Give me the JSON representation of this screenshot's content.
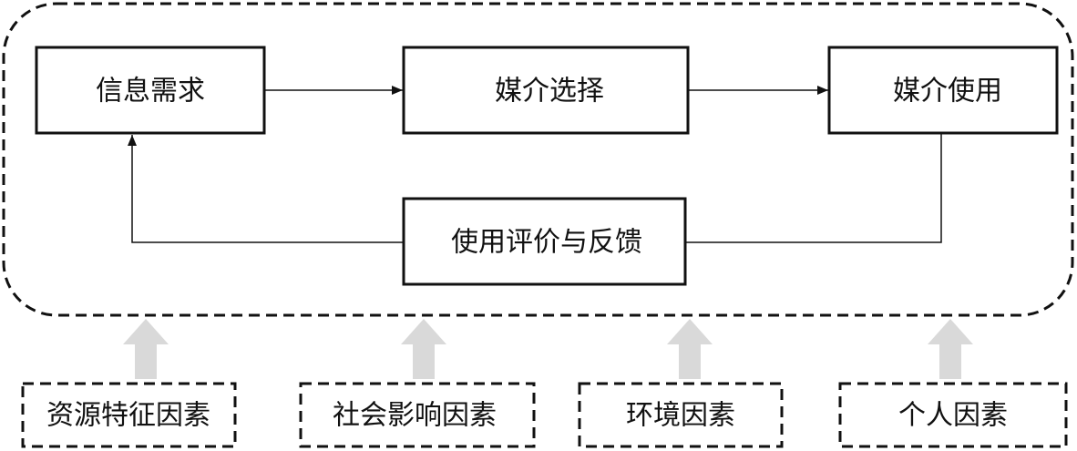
{
  "diagram": {
    "process": {
      "nodes": [
        {
          "id": "info-need",
          "label": "信息需求"
        },
        {
          "id": "media-choice",
          "label": "媒介选择"
        },
        {
          "id": "media-use",
          "label": "媒介使用"
        },
        {
          "id": "feedback",
          "label": "使用评价与反馈"
        }
      ],
      "edges": [
        {
          "from": "info-need",
          "to": "media-choice"
        },
        {
          "from": "media-choice",
          "to": "media-use"
        },
        {
          "from": "media-use",
          "to": "feedback"
        },
        {
          "from": "feedback",
          "to": "info-need"
        }
      ]
    },
    "factors": [
      {
        "id": "resource",
        "label": "资源特征因素"
      },
      {
        "id": "social",
        "label": "社会影响因素"
      },
      {
        "id": "environment",
        "label": "环境因素"
      },
      {
        "id": "personal",
        "label": "个人因素"
      }
    ],
    "colors": {
      "stroke": "#111111",
      "influence_arrow": "#d9d9d9",
      "background": "#ffffff"
    }
  }
}
